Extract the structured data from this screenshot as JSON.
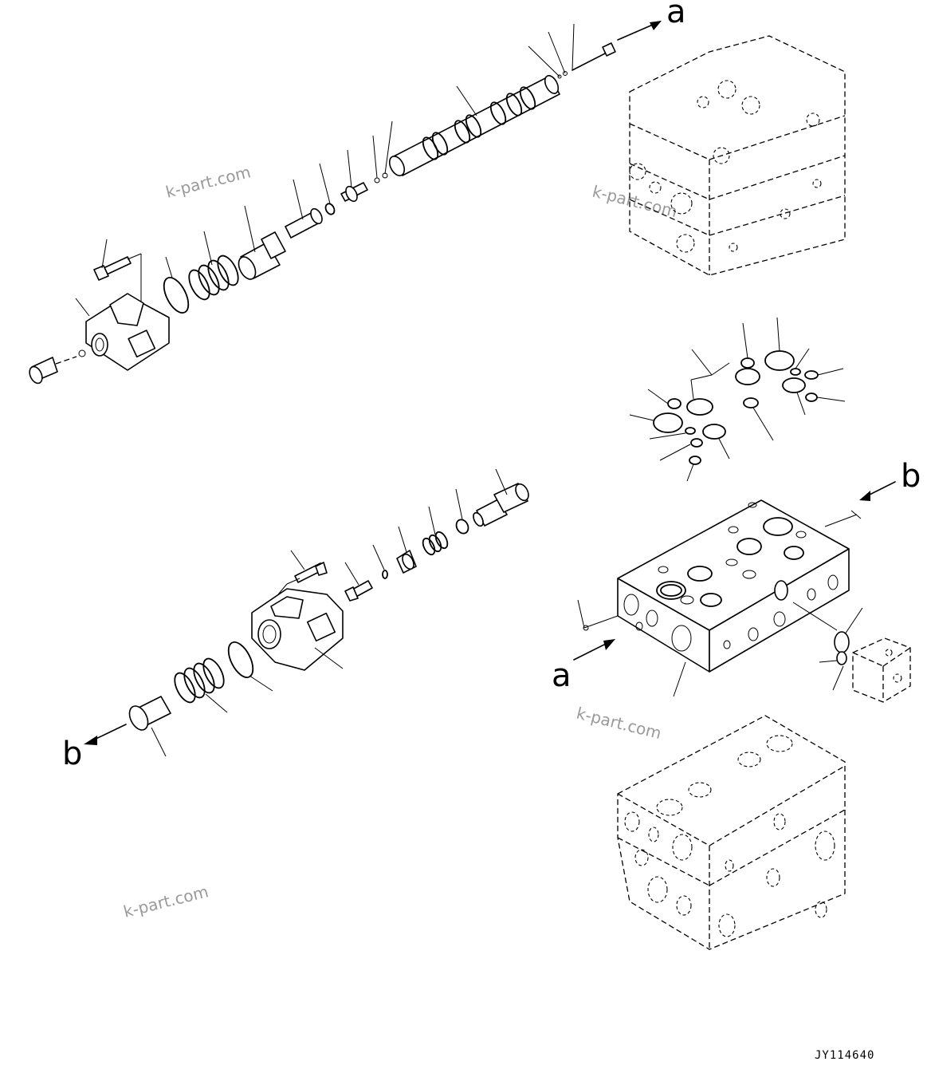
{
  "labels": {
    "a": "a",
    "b": "b"
  },
  "watermark": "k-part.com",
  "drawing_code": "JY114640"
}
